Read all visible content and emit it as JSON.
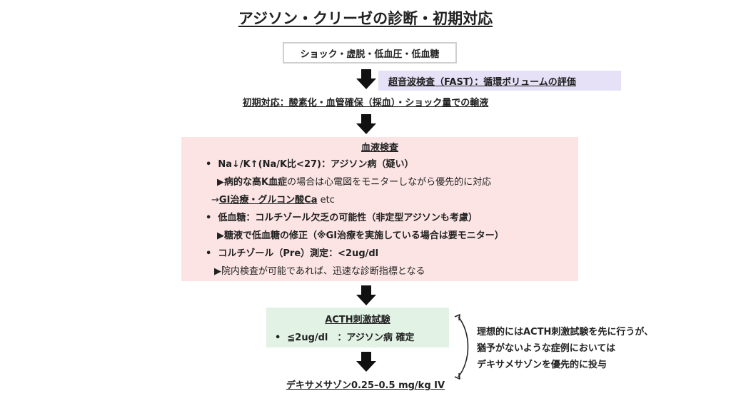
{
  "title": "アジソン・クリーゼの診断・初期対応",
  "shock_box": "ショック・虚脱・低血圧・低血糖",
  "fast_note": "超音波検査（FAST）：循環ボリュームの評価",
  "initial_response": "初期対応：酸素化・血管確保（採血）・ショック量での輸液",
  "blood_test": {
    "title": "血液検査",
    "bullet1": "Na↓/K↑(Na/K比<27)：アジソン病（疑い）",
    "sub1_arrow": "▶",
    "sub1_bold": "病的な高K血症",
    "sub1_rest": "の場合は心電図をモニターしながら優先的に対応",
    "sub2_arrow": "→",
    "sub2_bold": "GI治療・グルコン酸Ca",
    "sub2_rest": " etc",
    "bullet2": "低血糖：コルチゾール欠乏の可能性（非定型アジソンも考慮）",
    "sub3": "▶糖液で低血糖の修正（※GI治療を実施している場合は要モニター）",
    "bullet3": "コルチゾール（Pre）測定：<2ug/dl",
    "sub4": "▶院内検査が可能であれば、迅速な診断指標となる"
  },
  "acth": {
    "title": "ACTH刺激試験",
    "bullet": "≦2ug/dl　：アジソン病 確定"
  },
  "final": "デキサメサゾン0.25–0.5 mg/kg IV",
  "side_note": {
    "line1": "理想的にはACTH刺激試験を先に行うが、",
    "line2": "猶予がないような症例においては",
    "line3": "デキサメサゾンを優先的に投与"
  },
  "colors": {
    "fast_bg": "#e6e1f7",
    "blood_bg": "#fce4e4",
    "acth_bg": "#e2f3e6",
    "arrow": "#111111"
  }
}
